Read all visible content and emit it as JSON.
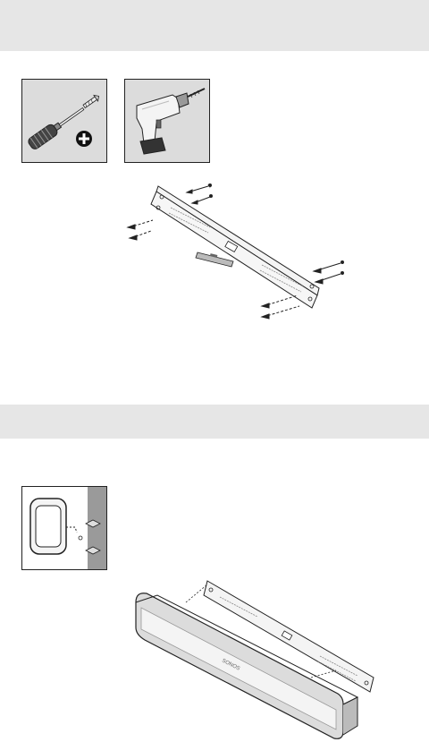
{
  "step1": {
    "tools": [
      "screwdriver-icon",
      "phillips-bit-icon",
      "power-drill-icon"
    ],
    "bracket": "wall-mount-bracket"
  },
  "step2": {
    "detail": "bracket-hook-closeup",
    "product": "soundbar-on-wall-mount",
    "brand_mark": "SONOS"
  },
  "colors": {
    "band": "#e6e6e6",
    "panel": "#dcdcdc",
    "line": "#222222"
  }
}
